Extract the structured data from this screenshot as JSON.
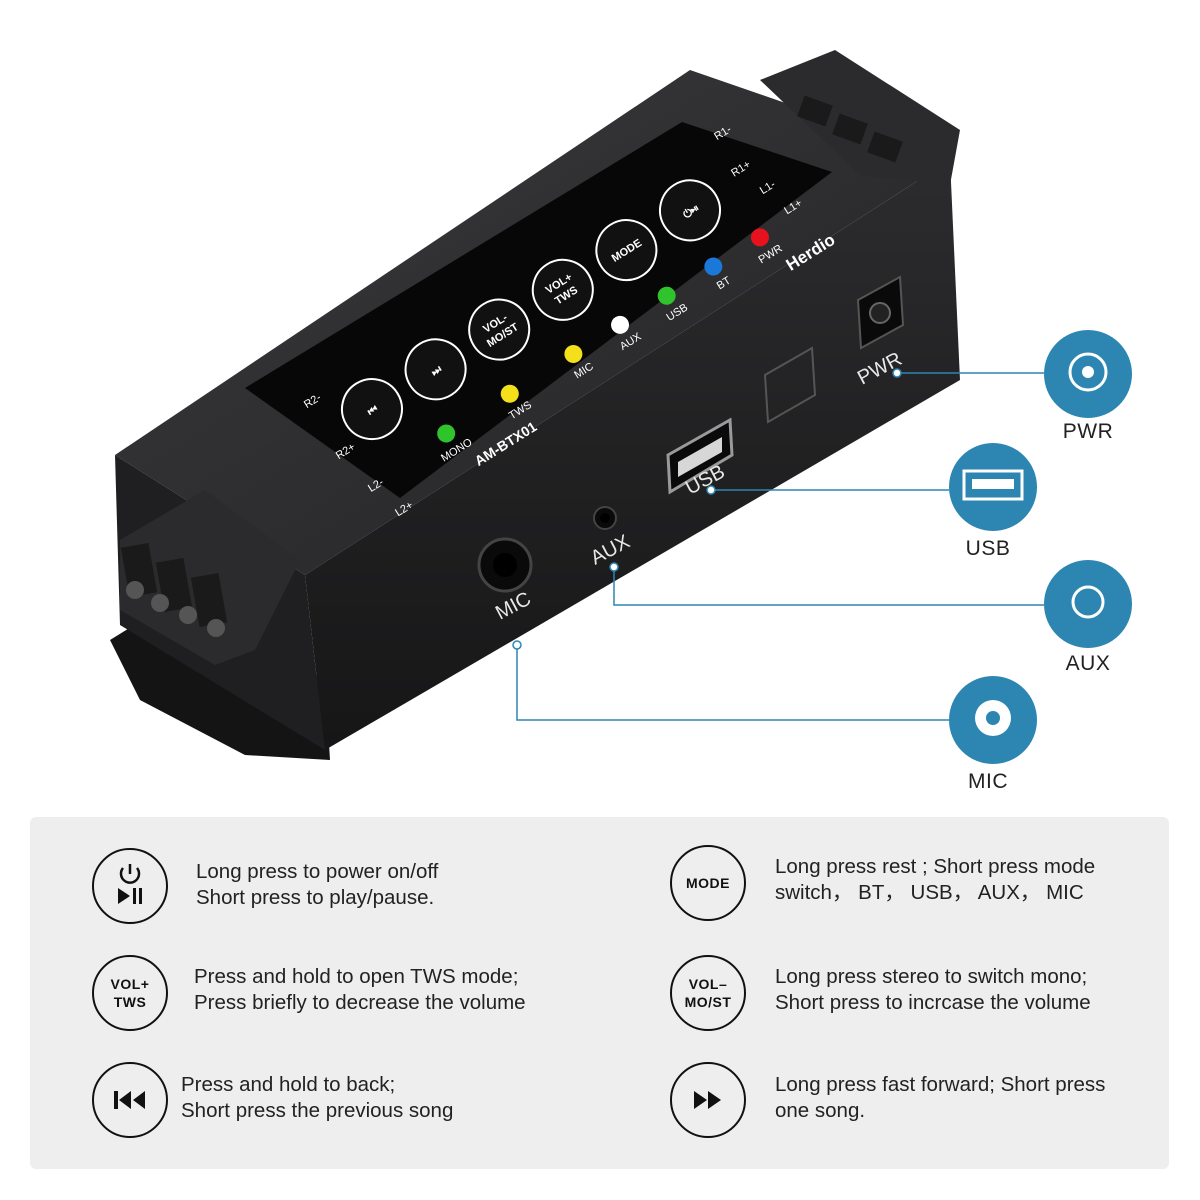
{
  "device": {
    "brand": "Herdio",
    "model": "AM-BTX01",
    "ports": {
      "pwr": "PWR",
      "usb": "USB",
      "aux": "AUX",
      "mic": "MIC"
    },
    "buttons": {
      "mode": "MODE",
      "vol_plus": "VOL+",
      "tws": "TWS",
      "vol_minus": "VOL-",
      "mo_st": "MO/ST"
    },
    "indicators": [
      "PWR",
      "BT",
      "USB",
      "AUX",
      "MIC",
      "TWS",
      "MONO"
    ],
    "indicator_colors": {
      "pwr": "#e8121f",
      "bt": "#1a78d8",
      "usb": "#2fc42c",
      "aux": "#ffffff",
      "mic": "#f4e01a",
      "tws": "#f4e01a",
      "mono": "#2fc42c"
    },
    "terminals": {
      "l1p": "L1+",
      "l1m": "L1-",
      "r1p": "R1+",
      "r1m": "R1-",
      "l2p": "L2+",
      "l2m": "L2-",
      "r2p": "R2+",
      "r2m": "R2-"
    }
  },
  "callouts": [
    {
      "label": "PWR",
      "icon": "dc-jack-icon"
    },
    {
      "label": "USB",
      "icon": "usb-port-icon"
    },
    {
      "label": "AUX",
      "icon": "aux-jack-icon"
    },
    {
      "label": "MIC",
      "icon": "mic-jack-icon"
    }
  ],
  "accent_color": "#2d86b2",
  "instructions": [
    {
      "icon": "power-play-pause-icon",
      "line1": "Long press to power on/off",
      "line2": "Short press to play/pause."
    },
    {
      "icon": "mode-icon",
      "icon_text": "MODE",
      "line1": "Long press rest ; Short press mode",
      "line2": "switch， BT， USB， AUX， MIC"
    },
    {
      "icon": "vol-plus-tws-icon",
      "icon_text1": "VOL+",
      "icon_text2": "TWS",
      "line1": "Press and hold to open TWS mode;",
      "line2": "Press briefly to decrease the volume"
    },
    {
      "icon": "vol-minus-most-icon",
      "icon_text1": "VOL–",
      "icon_text2": "MO/ST",
      "line1": "Long press stereo to switch mono;",
      "line2": "Short press to incrcase the volume"
    },
    {
      "icon": "previous-track-icon",
      "line1": "Press and hold to back;",
      "line2": "Short press the previous song"
    },
    {
      "icon": "fast-forward-icon",
      "line1": "Long press fast forward; Short press",
      "line2": "one song."
    }
  ]
}
